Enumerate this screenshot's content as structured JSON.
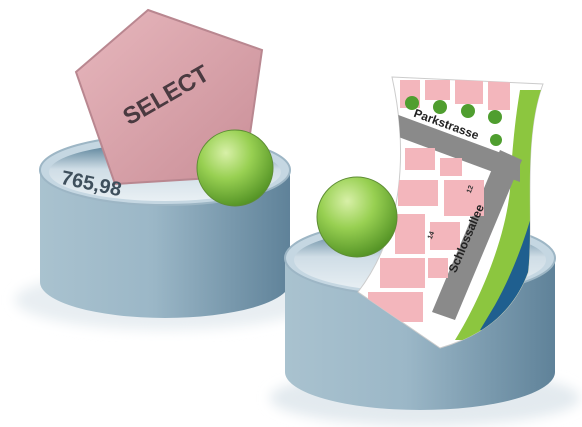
{
  "left_bucket": {
    "value_text": "765,98",
    "pentagon_text": "SELECT"
  },
  "right_bucket": {
    "map": {
      "street_1": "Parkstrasse",
      "street_2": "Schlossallee",
      "house_number_1": "12",
      "house_number_2": "14"
    }
  },
  "colors": {
    "cylinder_side": "#8fb0c1",
    "cylinder_top": "#c6d8e3",
    "cylinder_inner": "#dbe6ee",
    "pentagon": "#dba5ad",
    "sphere": "#8fca4a",
    "map_road": "#8a8a8a",
    "map_building": "#f3b6bc",
    "map_green": "#8cc63f",
    "map_water": "#1f5f8f",
    "map_tree": "#4f9e2f"
  }
}
